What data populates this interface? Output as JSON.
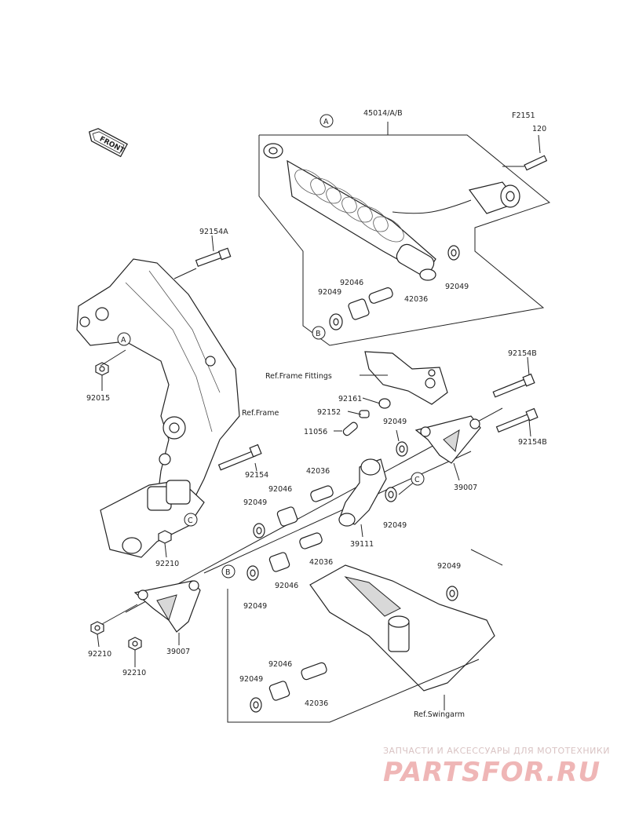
{
  "diagram": {
    "front_label": "FRONT",
    "figure_code": "F2151",
    "callouts": {
      "a": "A",
      "b": "B",
      "c": "C"
    },
    "parts": {
      "p45014": "45014/A/B",
      "p120": "120",
      "p92154a": "92154A",
      "p92015": "92015",
      "p92049_shock_right": "92049",
      "p92046_shock": "92046",
      "p92049_shock_left": "92049",
      "p42036_shock": "42036",
      "ref_frame_fittings": "Ref.Frame Fittings",
      "p92154b_top": "92154B",
      "p92161": "92161",
      "p92152": "92152",
      "p11056": "11056",
      "p92049_rod": "92049",
      "p92154b_right": "92154B",
      "ref_frame": "Ref.Frame",
      "p92154": "92154",
      "p42036_rod": "42036",
      "p92046_rod": "92046",
      "p92049_rod_left": "92049",
      "p39007_right": "39007",
      "p92049_rocker": "92049",
      "p39111": "39111",
      "p92210_frame": "92210",
      "p42036_lower": "42036",
      "p92046_lower": "92046",
      "p92049_lower": "92049",
      "p92049_swingarm": "92049",
      "p92210_left": "92210",
      "p92210_left2": "92210",
      "p39007_left": "39007",
      "p92046_bottom": "92046",
      "p92049_bottom": "92049",
      "p42036_bottom": "42036",
      "ref_swingarm": "Ref.Swingarm"
    }
  },
  "watermark": {
    "tagline": "ЗАПЧАСТИ И АКСЕССУАРЫ ДЛЯ МОТОТЕХНИКИ",
    "logo": "PARTSFOR.RU",
    "color": "#efb6b6"
  }
}
